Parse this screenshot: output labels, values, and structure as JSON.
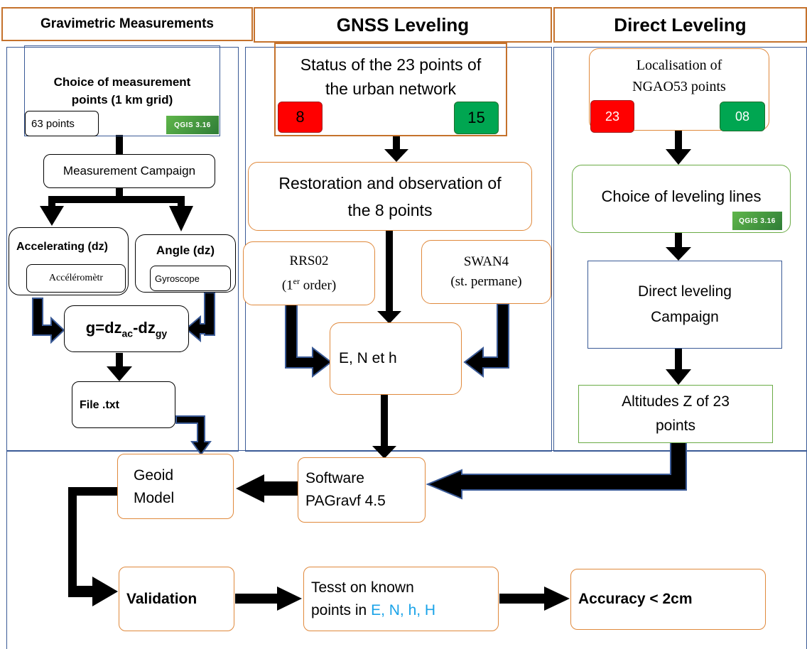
{
  "headers": {
    "grav": "Gravimetric Measurements",
    "gnss": "GNSS Leveling",
    "direct": "Direct Leveling"
  },
  "grav": {
    "choice_line1": "Choice of measurement",
    "choice_line2": "points (1 km grid)",
    "points_count": "63 points",
    "qgis_badge": "QGIS 3.16",
    "campaign": "Measurement Campaign",
    "accel_title": "Accelerating (dz)",
    "accel_sub": "Accéléromètr",
    "angle_title": "Angle (dz)",
    "angle_sub": "Gyroscope",
    "formula_g": "g=dz",
    "formula_ac": "ac",
    "formula_minus": "-dz",
    "formula_gy": "gy",
    "file": "File .txt"
  },
  "gnss": {
    "status_line1": "Status of the 23 points of",
    "status_line2": "the urban network",
    "red_value": "8",
    "green_value": "15",
    "restoration_line1": "Restoration and observation of",
    "restoration_line2": "the 8 points",
    "rrs_line1": "RRS02",
    "rrs_order_num": "(1",
    "rrs_order_sup": "er",
    "rrs_order_rest": " order)",
    "swan_line1": "SWAN4",
    "swan_line2": "(st. permane)",
    "enh": "E, N et h"
  },
  "direct": {
    "local_line1": "Localisation of",
    "local_line2": "NGAO53 points",
    "red_value": "23",
    "green_value": "08",
    "choice_lines": "Choice of leveling lines",
    "qgis_badge": "QGIS 3.16",
    "campaign_line1": "Direct leveling",
    "campaign_line2": "Campaign",
    "alt_line1": "Altitudes Z of 23",
    "alt_line2": "points"
  },
  "bottom": {
    "software_line1": "Software",
    "software_line2": "PAGravf 4.5",
    "geoid_line1": "Geoid",
    "geoid_line2": "Model",
    "validation": "Validation",
    "test_line1": "Tesst on known",
    "test_line2_prefix": "points in ",
    "test_line2_coords": "E, N, h, H",
    "accuracy": "Accuracy < 2cm"
  },
  "colors": {
    "orange_border": "#e0893c",
    "blue_border": "#3a5a96",
    "green_border": "#6aab45",
    "red_status": "#ff0000",
    "green_status": "#00a651",
    "cyan_text": "#1aa3e8"
  }
}
